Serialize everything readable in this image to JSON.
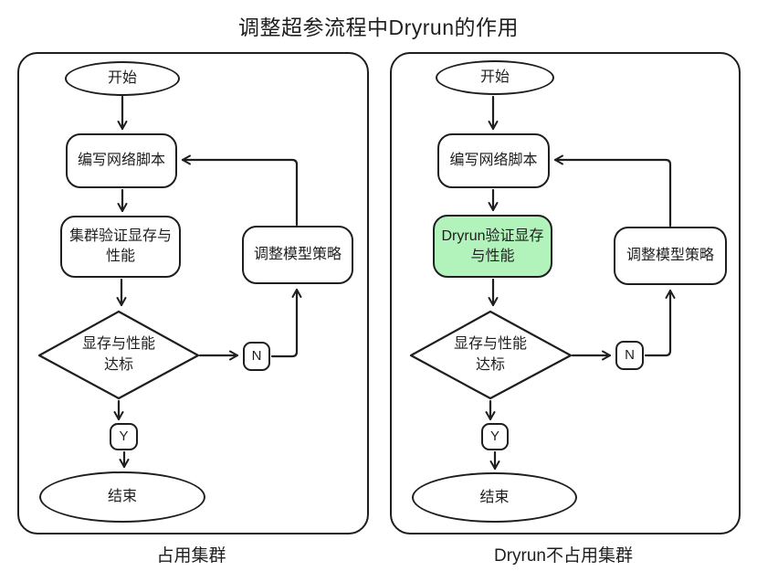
{
  "title": "调整超参流程中Dryrun的作用",
  "colors": {
    "stroke": "#1e1e1e",
    "highlight_fill": "#b2f2bb",
    "background": "#ffffff"
  },
  "left_panel": {
    "caption": "占用集群",
    "nodes": {
      "start": "开始",
      "write_script": "编写网络脚本",
      "verify_line1": "集群验证显存与",
      "verify_line2": "性能",
      "adjust_strategy": "调整模型策略",
      "decision_line1": "显存与性能",
      "decision_line2": "达标",
      "no_label": "N",
      "yes_label": "Y",
      "end": "结束"
    }
  },
  "right_panel": {
    "caption": "Dryrun不占用集群",
    "nodes": {
      "start": "开始",
      "write_script": "编写网络脚本",
      "verify_line1": "Dryrun验证显存",
      "verify_line2": "与性能",
      "adjust_strategy": "调整模型策略",
      "decision_line1": "显存与性能",
      "decision_line2": "达标",
      "no_label": "N",
      "yes_label": "Y",
      "end": "结束"
    }
  }
}
